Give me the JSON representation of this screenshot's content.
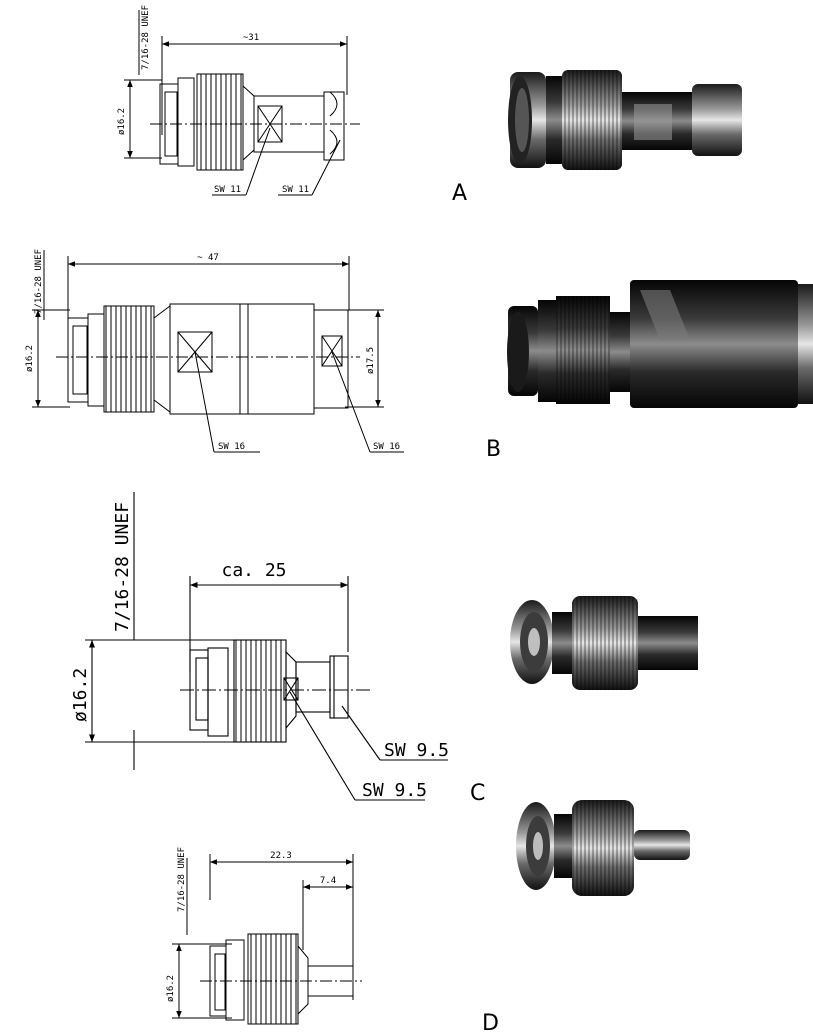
{
  "drawings": [
    {
      "id": "A",
      "label": "A",
      "thread": "7/16-28 UNEF",
      "overall_length": "~31",
      "diameter": "ø16.2",
      "wrench_sizes": [
        "SW 11",
        "SW 11"
      ]
    },
    {
      "id": "B",
      "label": "B",
      "thread": "7/16-28 UNEF",
      "overall_length": "~ 47",
      "diameter": "ø16.2",
      "end_diameter": "ø17.5",
      "wrench_sizes": [
        "SW 16",
        "SW 16"
      ]
    },
    {
      "id": "C",
      "label": "C",
      "thread": "7/16-28 UNEF",
      "overall_length": "ca. 25",
      "diameter": "ø16.2",
      "wrench_sizes": [
        "SW 9.5",
        "SW 9.5"
      ]
    },
    {
      "id": "D",
      "label": "D",
      "thread": "7/16-28 UNEF",
      "overall_length": "22.3",
      "pin_length": "7.4",
      "diameter": "ø16.2"
    }
  ]
}
